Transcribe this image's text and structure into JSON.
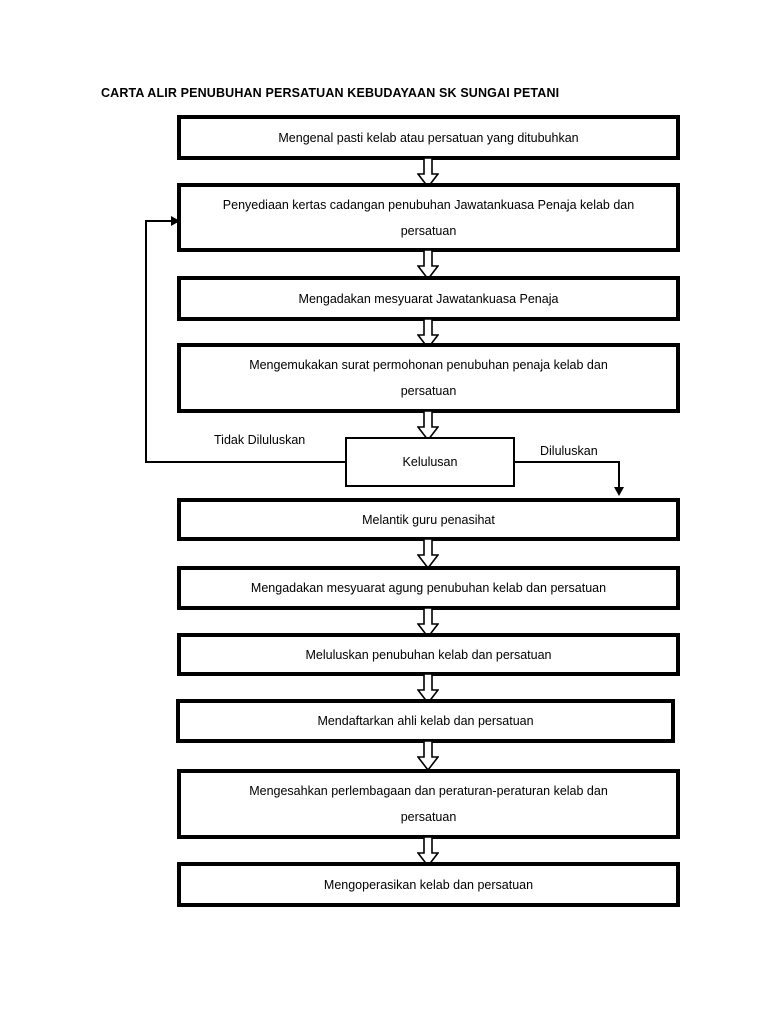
{
  "document": {
    "title": "CARTA ALIR PENUBUHAN PERSATUAN KEBUDAYAAN SK SUNGAI PETANI",
    "background_color": "#ffffff",
    "line_color": "#000000",
    "text_color": "#000000"
  },
  "chart_data": {
    "type": "diagram",
    "diagram_kind": "flowchart",
    "orientation": "top-to-bottom",
    "title": "CARTA ALIR PENUBUHAN PERSATUAN KEBUDAYAAN SK SUNGAI PETANI",
    "nodes": [
      {
        "id": "n1",
        "shape": "process",
        "label": "Mengenal pasti kelab atau persatuan yang ditubuhkan",
        "lines": [
          "Mengenal pasti kelab atau persatuan yang ditubuhkan"
        ]
      },
      {
        "id": "n2",
        "shape": "process",
        "label": "Penyediaan kertas cadangan penubuhan Jawatankuasa Penaja kelab dan persatuan",
        "lines": [
          "Penyediaan kertas cadangan penubuhan Jawatankuasa Penaja kelab dan",
          "persatuan"
        ]
      },
      {
        "id": "n3",
        "shape": "process",
        "label": "Mengadakan mesyuarat Jawatankuasa Penaja",
        "lines": [
          "Mengadakan mesyuarat Jawatankuasa Penaja"
        ]
      },
      {
        "id": "n4",
        "shape": "process",
        "label": "Mengemukakan surat permohonan penubuhan penaja kelab dan persatuan",
        "lines": [
          "Mengemukakan surat permohonan penubuhan penaja kelab dan",
          "persatuan"
        ]
      },
      {
        "id": "n5",
        "shape": "decision",
        "label": "Kelulusan",
        "lines": [
          "Kelulusan"
        ]
      },
      {
        "id": "n6",
        "shape": "process",
        "label": "Melantik guru penasihat",
        "lines": [
          "Melantik guru penasihat"
        ]
      },
      {
        "id": "n7",
        "shape": "process",
        "label": "Mengadakan mesyuarat agung penubuhan kelab dan persatuan",
        "lines": [
          "Mengadakan mesyuarat agung penubuhan kelab dan persatuan"
        ]
      },
      {
        "id": "n8",
        "shape": "process",
        "label": "Meluluskan penubuhan kelab dan persatuan",
        "lines": [
          "Meluluskan penubuhan kelab dan persatuan"
        ]
      },
      {
        "id": "n9",
        "shape": "process",
        "label": "Mendaftarkan ahli kelab dan persatuan",
        "lines": [
          "Mendaftarkan ahli kelab dan persatuan"
        ]
      },
      {
        "id": "n10",
        "shape": "process",
        "label": "Mengesahkan perlembagaan dan peraturan-peraturan kelab dan persatuan",
        "lines": [
          "Mengesahkan perlembagaan dan peraturan-peraturan kelab dan",
          "persatuan"
        ]
      },
      {
        "id": "n11",
        "shape": "process",
        "label": "Mengoperasikan kelab dan persatuan",
        "lines": [
          "Mengoperasikan kelab dan persatuan"
        ]
      }
    ],
    "edges": [
      {
        "from": "n1",
        "to": "n2",
        "label": "",
        "style": "block-arrow"
      },
      {
        "from": "n2",
        "to": "n3",
        "label": "",
        "style": "block-arrow"
      },
      {
        "from": "n3",
        "to": "n4",
        "label": "",
        "style": "block-arrow"
      },
      {
        "from": "n4",
        "to": "n5",
        "label": "",
        "style": "block-arrow"
      },
      {
        "from": "n5",
        "to": "n6",
        "label": "Diluluskan",
        "style": "line-arrow"
      },
      {
        "from": "n5",
        "to": "n2",
        "label": "Tidak Diluluskan",
        "style": "line-arrow"
      },
      {
        "from": "n6",
        "to": "n7",
        "label": "",
        "style": "block-arrow"
      },
      {
        "from": "n7",
        "to": "n8",
        "label": "",
        "style": "block-arrow"
      },
      {
        "from": "n8",
        "to": "n9",
        "label": "",
        "style": "block-arrow"
      },
      {
        "from": "n9",
        "to": "n10",
        "label": "",
        "style": "block-arrow"
      },
      {
        "from": "n10",
        "to": "n11",
        "label": "",
        "style": "block-arrow"
      }
    ],
    "branch_labels": {
      "reject": "Tidak Diluluskan",
      "approve": "Diluluskan"
    }
  }
}
